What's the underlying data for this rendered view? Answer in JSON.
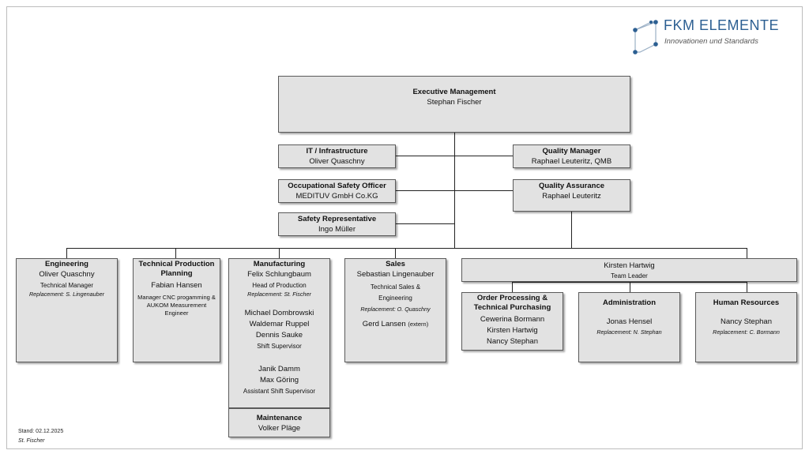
{
  "logo": {
    "title": "FKM ELEMENTE",
    "subtitle": "Innovationen und Standards",
    "accent_color": "#2c5f92"
  },
  "boxes": {
    "executive": {
      "title": "Executive Management",
      "name": "Stephan Fischer"
    },
    "it": {
      "title": "IT / Infrastructure",
      "name": "Oliver Quaschny"
    },
    "quality_manager": {
      "title": "Quality Manager",
      "name": "Raphael Leuteritz, QMB"
    },
    "safety_officer": {
      "title": "Occupational Safety Officer",
      "name": "MEDITUV GmbH Co.KG"
    },
    "quality_assurance": {
      "title": "Quality Assurance",
      "name": "Raphael Leuteritz"
    },
    "safety_rep": {
      "title": "Safety Representative",
      "name": "Ingo Müller"
    },
    "engineering": {
      "title": "Engineering",
      "name": "Oliver Quaschny",
      "role": "Technical Manager",
      "replacement": "Replacement: S. Lingenauber"
    },
    "tpp": {
      "title_line1": "Technical Production",
      "title_line2": "Planning",
      "name": "Fabian Hansen",
      "role_line1": "Manager CNC progamming &",
      "role_line2": "AUKOM Measurement",
      "role_line3": "Engineer"
    },
    "manufacturing": {
      "title": "Manufacturing",
      "name": "Felix Schlungbaum",
      "role": "Head of Production",
      "replacement": "Replacement: St. Fischer",
      "supervisors": [
        "Michael Dombrowski",
        "Waldemar Ruppel",
        "Dennis Sauke"
      ],
      "supervisor_role": "Shift Supervisor",
      "assistants": [
        "Janik Damm",
        "Max Göring"
      ],
      "assistant_role": "Assistant Shift Supervisor"
    },
    "maintenance": {
      "title": "Maintenance",
      "name": "Volker Pläge"
    },
    "sales": {
      "title": "Sales",
      "name": "Sebastian Lingenauber",
      "role_line1": "Technical Sales &",
      "role_line2": "Engineering",
      "replacement": "Replacement: O. Quaschny",
      "extra_name": "Gerd Lansen",
      "extra_note": "(extern)"
    },
    "team_leader": {
      "name": "Kirsten Hartwig",
      "role": "Team Leader"
    },
    "order_processing": {
      "title_line1": "Order Processing &",
      "title_line2": "Technical Purchasing",
      "names": [
        "Cewerina Bormann",
        "Kirsten Hartwig",
        "Nancy Stephan"
      ]
    },
    "administration": {
      "title": "Administration",
      "name": "Jonas Hensel",
      "replacement": "Replacement: N. Stephan"
    },
    "hr": {
      "title": "Human Resources",
      "name": "Nancy Stephan",
      "replacement": "Replacement: C. Bormann"
    }
  },
  "footer": {
    "date": "Stand: 02.12.2025",
    "author": "St. Fischer"
  }
}
